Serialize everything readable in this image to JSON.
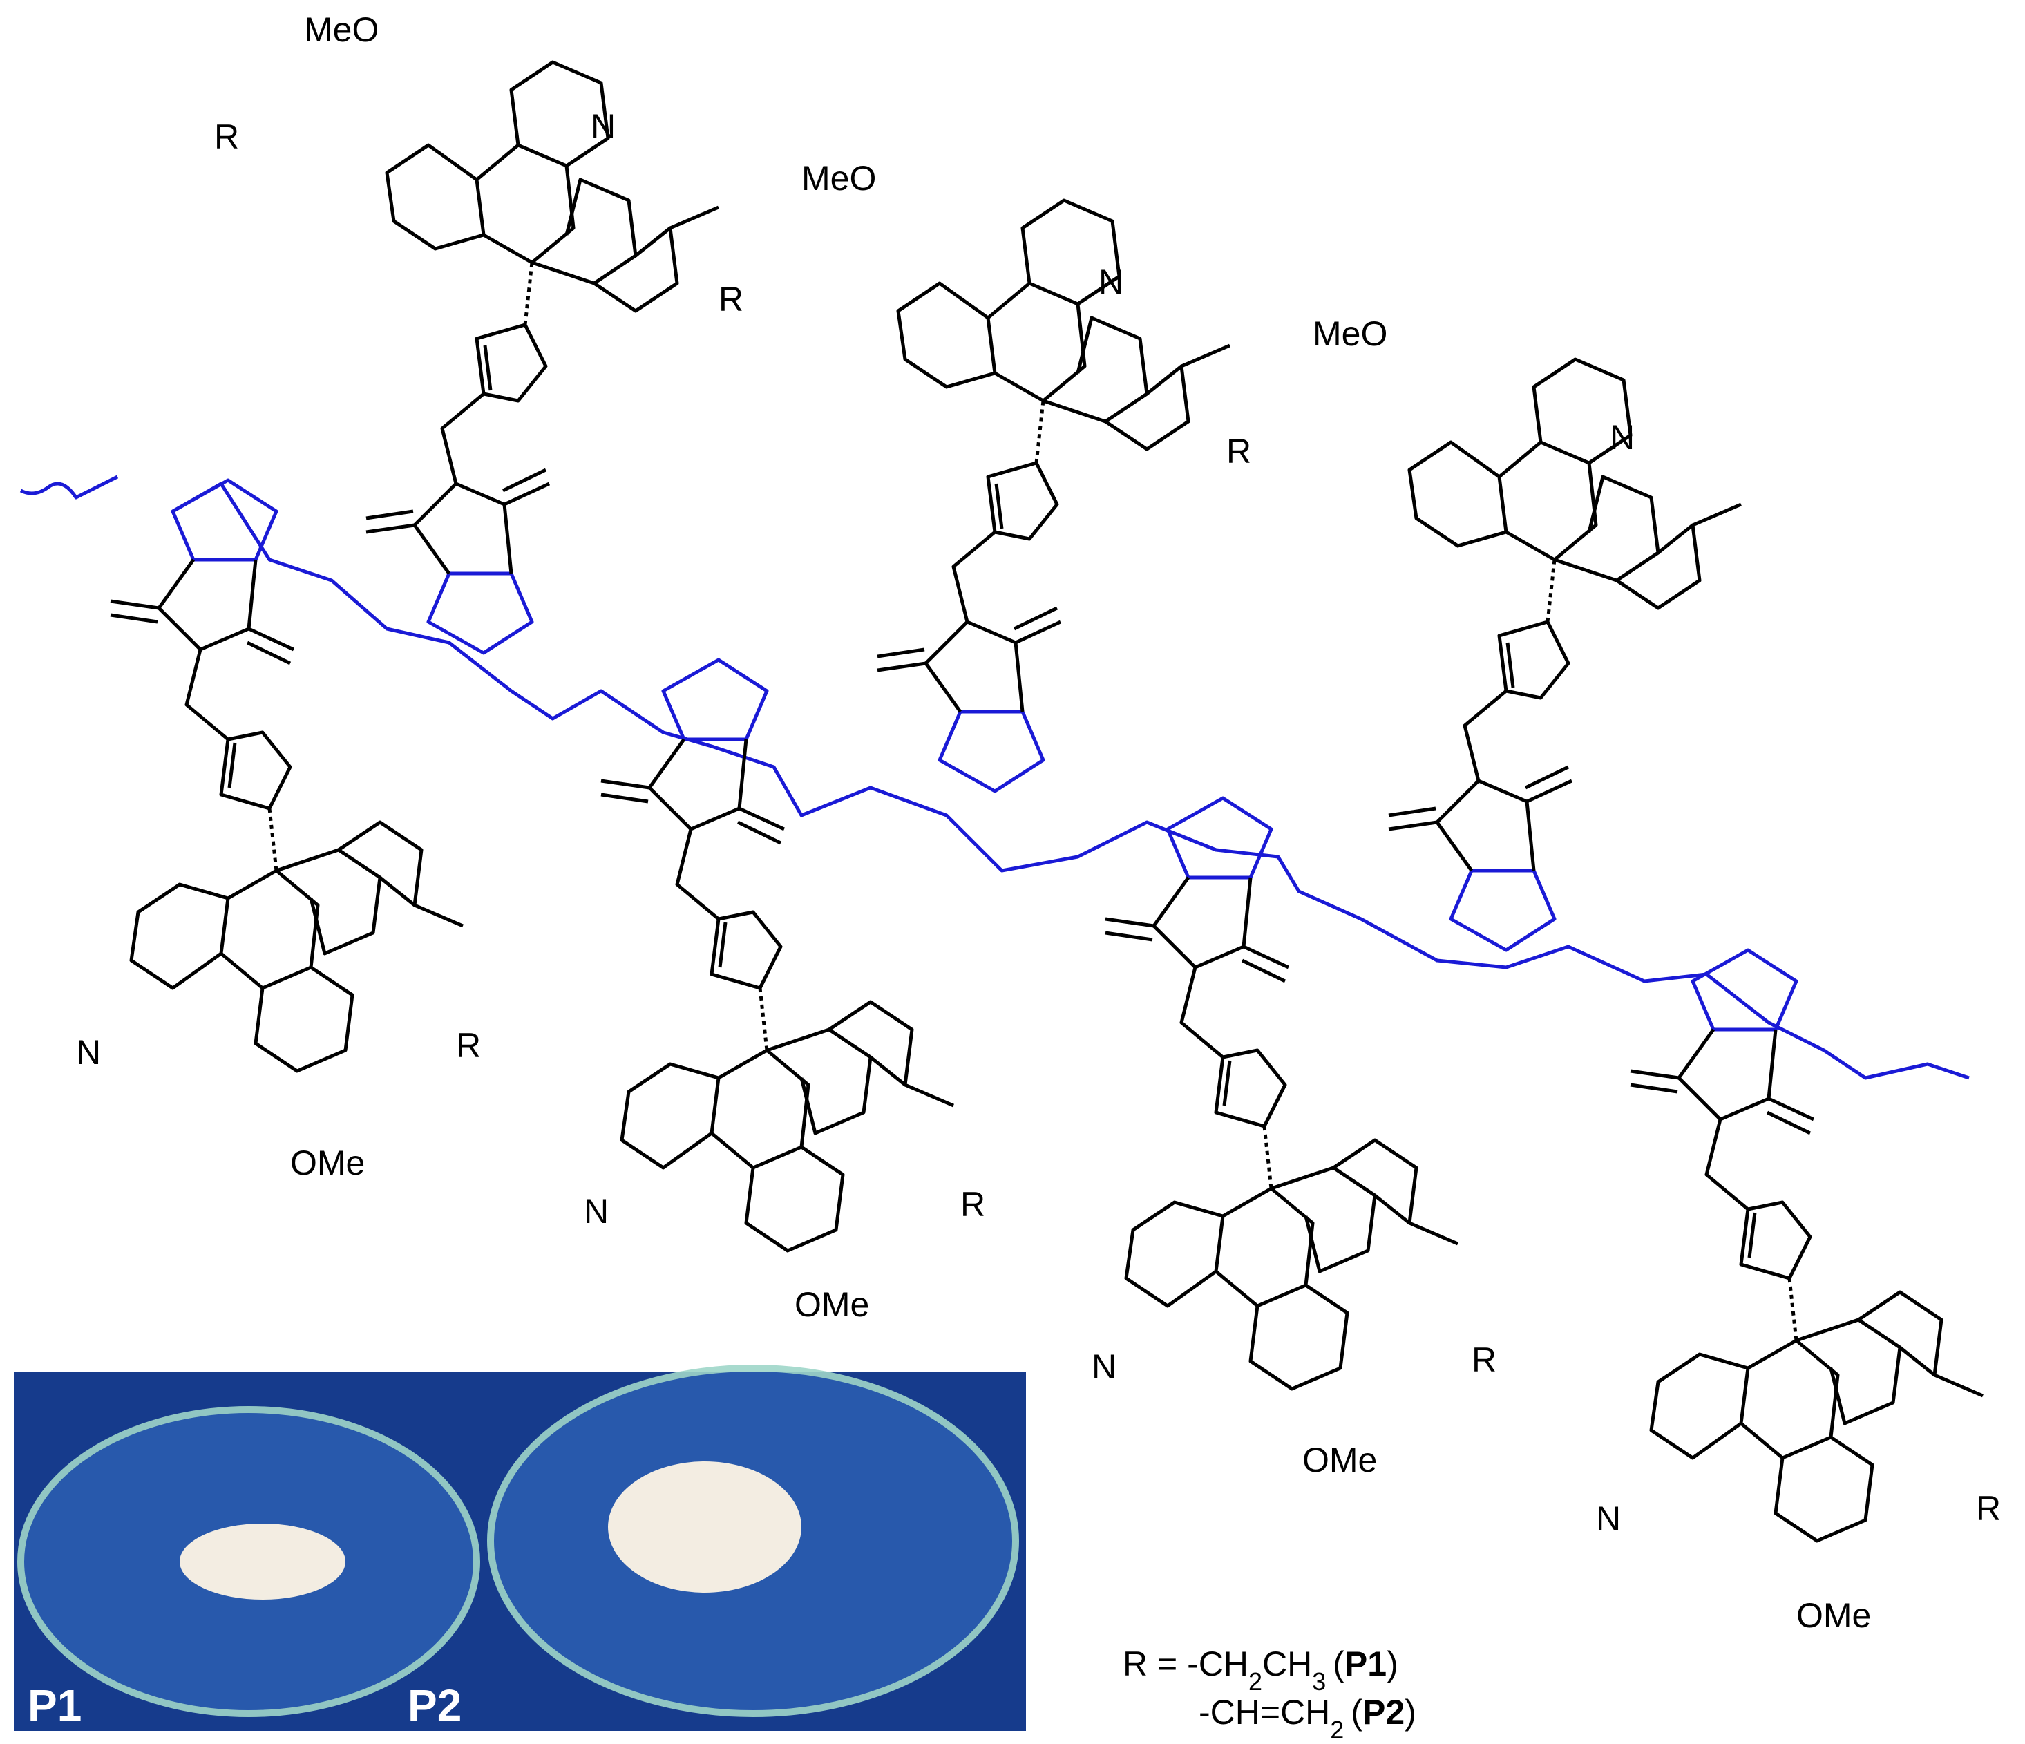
{
  "atoms": {
    "methoxy_left": "MeO",
    "methoxy_right": "OMe",
    "nitrogen": "N",
    "oxygen": "O",
    "r_group": "R"
  },
  "legend": {
    "r_equals": "R = -CH",
    "r_p1_rest": "CH",
    "r_p1_sub2": "2",
    "r_p1_sub3": "3",
    "r_p1_label": "P1",
    "r_p2_prefix": "-CH=CH",
    "r_p2_sub2": "2",
    "r_p2_label": "P2"
  },
  "photo": {
    "label_left": "P1",
    "label_right": "P2"
  },
  "colors": {
    "backbone": "#1a1ad6",
    "bonds": "#000000",
    "photo_bg": "#163b8c",
    "powder": "#f3ede2"
  }
}
